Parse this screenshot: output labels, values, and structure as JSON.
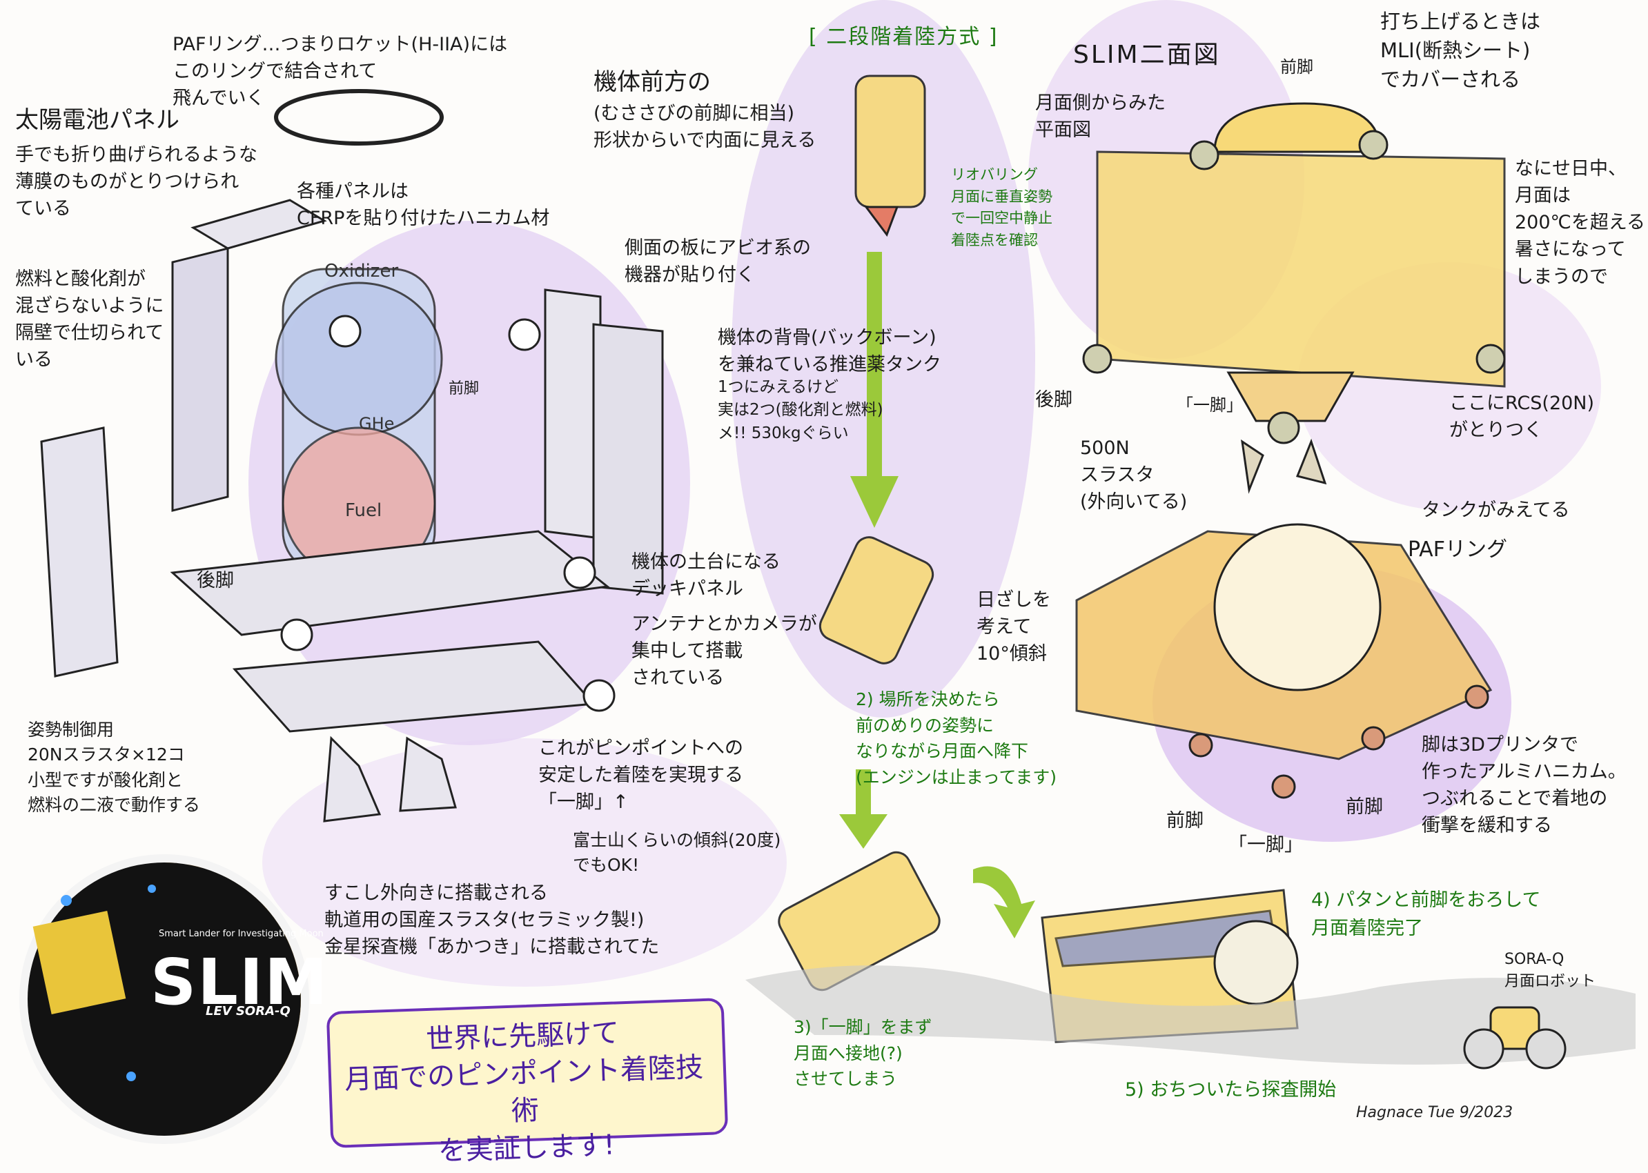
{
  "title_landing": "[ 二段階着陸方式 ]",
  "title_views": "SLIM二面図",
  "notes": {
    "paf_ring": "PAFリング…つまりロケット(H-IIA)には\nこのリングで結合されて\n飛んでいく",
    "solar_title": "太陽電池パネル",
    "solar_desc": "手でも折り曲げられるような\n薄膜のものがとりつけられ\nている",
    "panels": "各種パネルは\nCFRPを貼り付けたハニカム材",
    "front_title": "機体前方の",
    "front_desc": "(むささびの前脚に相当)\n形状からいで内面に見える",
    "side_panel": "側面の板にアビオ系の\n機器が貼り付く",
    "fuel_partition": "燃料と酸化剤が\n混ざらないように\n隔壁で仕切られて\nいる",
    "backbone": "機体の背骨(バックボーン)\nを兼ねている推進薬タンク",
    "backbone_desc": "1つにみえるけど\n実は2つ(酸化剤と燃料)\nメ!! 530kgぐらい",
    "front_leg": "前脚",
    "rear_leg": "後脚",
    "deck": "機体の土台になる\nデッキパネル",
    "antenna": "アンテナとかカメラが\n集中して搭載\nされている",
    "attitude": "姿勢制御用\n20Nスラスタ×12コ\n小型ですが酸化剤と\n燃料の二液で動作する",
    "pinpoint_leg": "これがピンポイントへの\n安定した着陸を実現する\n「一脚」↑",
    "slope": "富士山くらいの傾斜(20度)\nでもOK!",
    "main_thruster": "すこし外向きに搭載される\n軌道用の国産スラスタ(セラミック製!)\n金星探査機「あかつき」に搭載されてた",
    "mli": "打ち上げるときは\nMLI(断熱シート)\nでカバーされる",
    "moon_heat": "なにせ日中、\n月面は\n200℃を超える\n暑さになって\nしまうので",
    "plan_view": "月面側からみた\n平面図",
    "front_leg_top": "前脚",
    "rear_leg_side": "後脚",
    "one_leg": "「一脚」",
    "rcs": "ここにRCS(20N)\nがとりつく",
    "thruster_500": "500N\nスラスタ\n(外向いてる)",
    "tank_visible": "タンクがみえてる",
    "paf_label": "PAFリング",
    "sunlight": "日ざしを\n考えて\n10°傾斜",
    "legs_print": "脚は3Dプリンタで\n作ったアルミハニカム。\nつぶれることで着地の\n衝撃を緩和する",
    "front_leg_b": "前脚",
    "one_leg_b": "「一脚」",
    "front_leg_c": "前脚",
    "hovering": "リオバリング\n月面に垂直姿勢\nで一回空中静止\n着陸点を確認",
    "step2": "2) 場所を決めたら\n前のめりの姿勢に\nなりながら月面へ降下\n(エンジンは止まってます)",
    "step3": "3)「一脚」をまず\n月面へ接地(?)\nさせてしまう",
    "step4": "4) パタンと前脚をおろして\n月面着陸完了",
    "step5": "5) おちついたら探査開始",
    "sora_q": "SORA-Q\n月面ロボット",
    "highlight": "世界に先駆けて\n月面でのピンポイント着陸技術\nを実証します!",
    "signature": "Hagnace Tue 9/2023",
    "oxidizer": "Oxidizer",
    "ghe": "GHe",
    "fuel": "Fuel",
    "logo_small": "Smart Lander for Investigating Moon",
    "logo_main": "SLIM",
    "logo_sub": "LEV SORA-Q"
  },
  "colors": {
    "purple_wash": "#c9a8e8",
    "yellow_wash": "#f7d978",
    "orange_wash": "#f2b25e",
    "green_arrow": "#9bc93a",
    "logo_black": "#121212",
    "logo_gold": "#e7a533"
  }
}
